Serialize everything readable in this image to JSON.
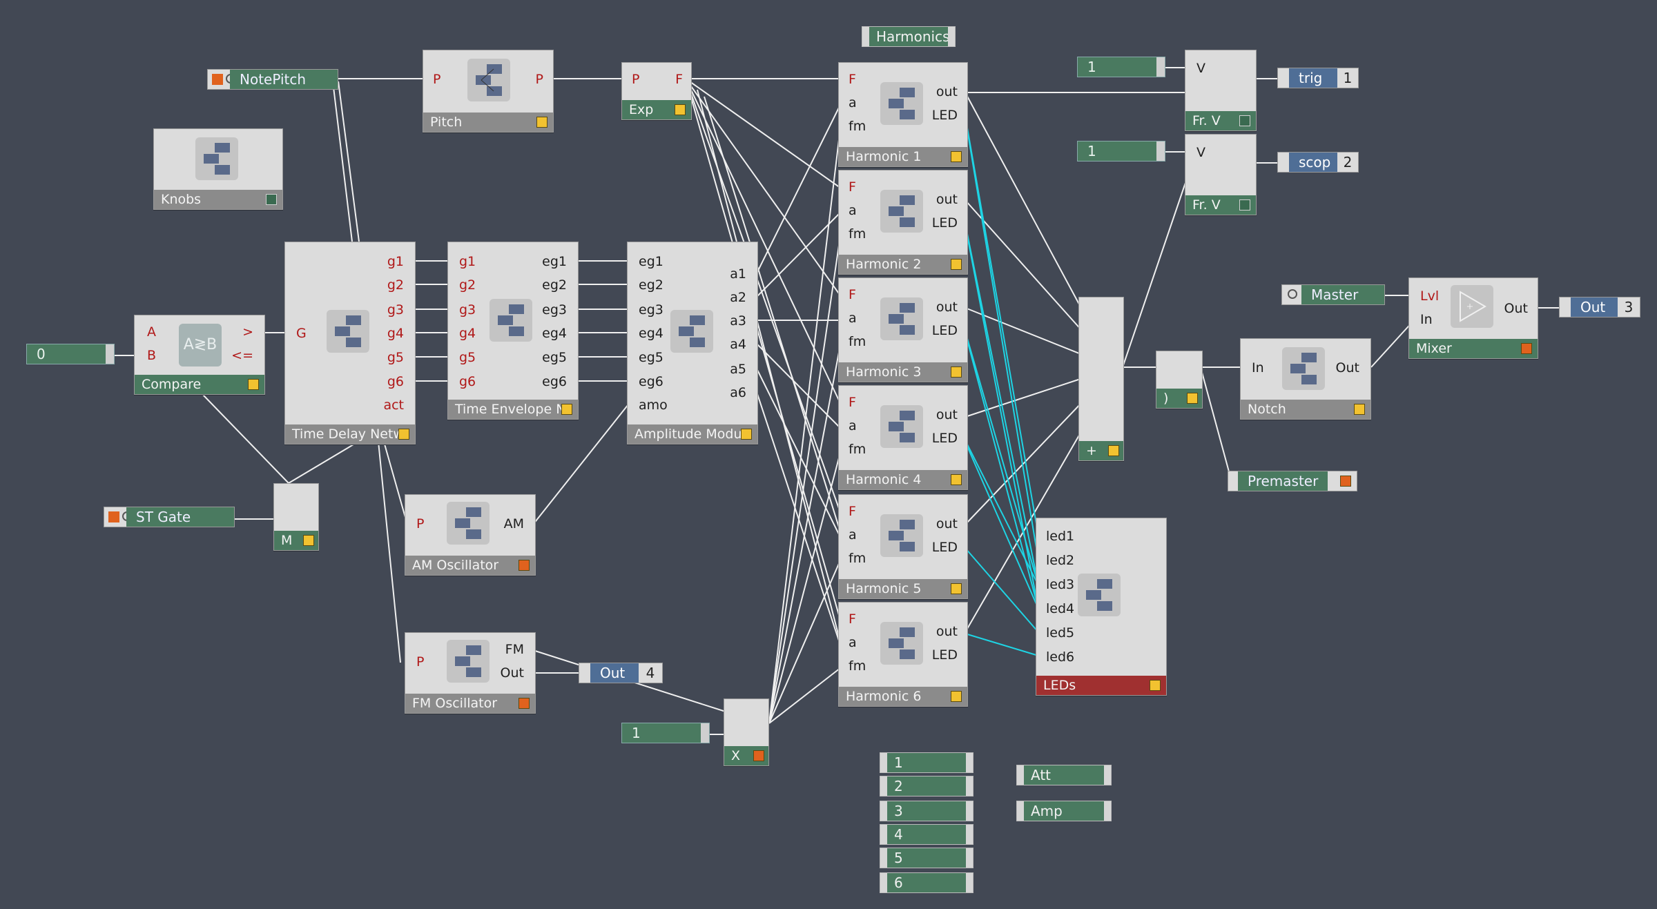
{
  "blocks": {
    "pitch": {
      "title": "Pitch",
      "in_p": "P",
      "out_p": "P"
    },
    "exp": {
      "title": "Exp",
      "in_p": "P",
      "out_f": "F"
    },
    "knobs": {
      "title": "Knobs"
    },
    "compare": {
      "title": "Compare",
      "in_a": "A",
      "in_b": "B",
      "out_gt": ">",
      "out_le": "<=",
      "symbol": "A≷B"
    },
    "tdn": {
      "title": "Time Delay Netw",
      "in_g": "G",
      "outs": [
        "g1",
        "g2",
        "g3",
        "g4",
        "g5",
        "g6",
        "act"
      ]
    },
    "ten": {
      "title": "Time Envelope N",
      "ins": [
        "g1",
        "g2",
        "g3",
        "g4",
        "g5",
        "g6"
      ],
      "outs": [
        "eg1",
        "eg2",
        "eg3",
        "eg4",
        "eg5",
        "eg6"
      ]
    },
    "amod": {
      "title": "Amplitude Modul",
      "ins": [
        "eg1",
        "eg2",
        "eg3",
        "eg4",
        "eg5",
        "eg6",
        "amo"
      ],
      "outs": [
        "a1",
        "a2",
        "a3",
        "a4",
        "a5",
        "a6"
      ]
    },
    "amosc": {
      "title": "AM Oscillator",
      "in_p": "P",
      "out": "AM"
    },
    "fmosc": {
      "title": "FM Oscillator",
      "in_p": "P",
      "out_fm": "FM",
      "out_out": "Out"
    },
    "m": {
      "title": "M"
    },
    "x": {
      "title": "X"
    },
    "harmonics": [
      {
        "title": "Harmonic 1"
      },
      {
        "title": "Harmonic 2"
      },
      {
        "title": "Harmonic 3"
      },
      {
        "title": "Harmonic 4"
      },
      {
        "title": "Harmonic 5"
      },
      {
        "title": "Harmonic 6"
      }
    ],
    "harm_ports": {
      "in_f": "F",
      "in_a": "a",
      "in_fm": "fm",
      "out_out": "out",
      "out_led": "LED"
    },
    "frv1": {
      "title": "Fr. V",
      "in_v": "V"
    },
    "frv2": {
      "title": "Fr. V",
      "in_v": "V"
    },
    "plus": {
      "title": "+"
    },
    "paren": {
      "title": ")"
    },
    "notch": {
      "title": "Notch",
      "in": "In",
      "out": "Out"
    },
    "mixer": {
      "title": "Mixer",
      "in_lvl": "Lvl",
      "in_in": "In",
      "out": "Out"
    },
    "leds": {
      "title": "LEDs",
      "ins": [
        "led1",
        "led2",
        "led3",
        "led4",
        "led5",
        "led6"
      ]
    }
  },
  "tags": {
    "harmonics_label": "Harmonics",
    "notepitch": "NotePitch",
    "stgate": "ST Gate",
    "master": "Master",
    "premaster": "Premaster",
    "const_0": "0",
    "const_1a": "1",
    "const_1b": "1",
    "const_1c": "1",
    "trig": {
      "label": "trig",
      "num": "1"
    },
    "scop": {
      "label": "scop",
      "num": "2"
    },
    "out_main": {
      "label": "Out",
      "num": "3"
    },
    "out_fm": {
      "label": "Out",
      "num": "4"
    },
    "list": [
      "1",
      "2",
      "3",
      "4",
      "5",
      "6"
    ],
    "att": "Att",
    "amp": "Amp"
  }
}
